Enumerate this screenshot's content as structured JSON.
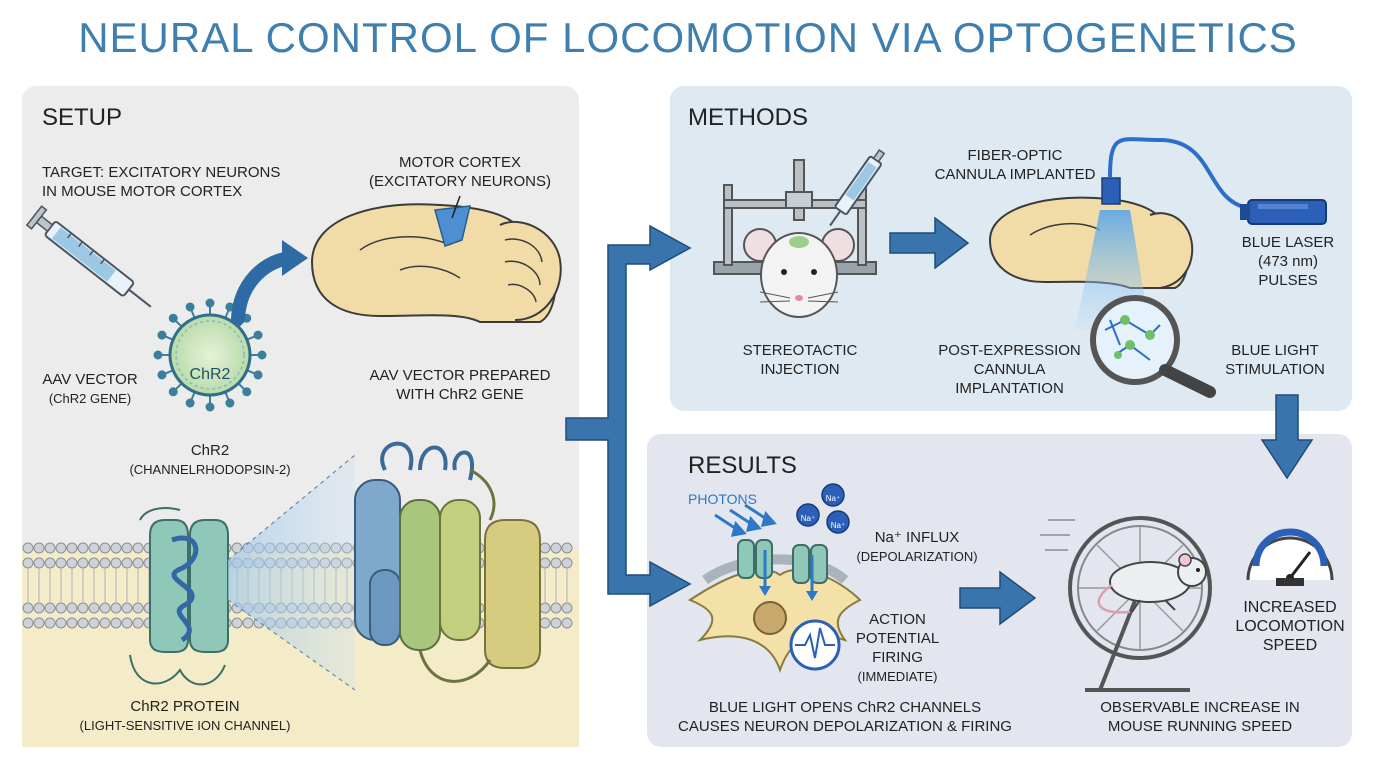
{
  "title": "NEURAL CONTROL OF LOCOMOTION VIA OPTOGENETICS",
  "setup": {
    "heading": "SETUP",
    "target_line1": "TARGET: EXCITATORY NEURONS",
    "target_line2": "IN MOUSE MOTOR CORTEX",
    "motor_cortex_line1": "MOTOR CORTEX",
    "motor_cortex_line2": "(EXCITATORY NEURONS)",
    "aav_vector_line1": "AAV VECTOR",
    "aav_vector_line2": "(ChR2 GENE)",
    "virus_label": "ChR2",
    "chr2_line1": "ChR2",
    "chr2_line2": "(CHANNELRHODOPSIN-2)",
    "aav_prepared_line1": "AAV VECTOR PREPARED",
    "aav_prepared_line2": "WITH ChR2 GENE",
    "protein_line1": "ChR2 PROTEIN",
    "protein_line2": "(LIGHT-SENSITIVE ION CHANNEL)"
  },
  "methods": {
    "heading": "METHODS",
    "fiber_line1": "FIBER-OPTIC",
    "fiber_line2": "CANNULA IMPLANTED",
    "laser_line1": "BLUE LASER",
    "laser_line2": "(473 nm)",
    "laser_line3": "PULSES",
    "stereo_line1": "STEREOTACTIC",
    "stereo_line2": "INJECTION",
    "post_line1": "POST-EXPRESSION",
    "post_line2": "CANNULA",
    "post_line3": "IMPLANTATION",
    "stim_line1": "BLUE LIGHT",
    "stim_line2": "STIMULATION"
  },
  "results": {
    "heading": "RESULTS",
    "photons": "PHOTONS",
    "na_plain": "Na⁺",
    "na_ion": "Na⁺",
    "influx_line1": "Na⁺ INFLUX",
    "influx_line2": "(DEPOLARIZATION)",
    "ap_line1": "ACTION",
    "ap_line2": "POTENTIAL",
    "ap_line3": "FIRING",
    "ap_line4": "(IMMEDIATE)",
    "opens_line1": "BLUE LIGHT OPENS ChR2 CHANNELS",
    "opens_line2": "CAUSES NEURON DEPOLARIZATION & FIRING",
    "speed_line1": "INCREASED",
    "speed_line2": "LOCOMOTION",
    "speed_line3": "SPEED",
    "observable_line1": "OBSERVABLE INCREASE IN",
    "observable_line2": "MOUSE RUNNING SPEED"
  },
  "colors": {
    "title": "#3f7fb0",
    "arrow": "#3a74ad",
    "brain": "#f1dca8",
    "chr2_blue": "#4d8fd0",
    "laser_blue": "#2b5fb8"
  }
}
